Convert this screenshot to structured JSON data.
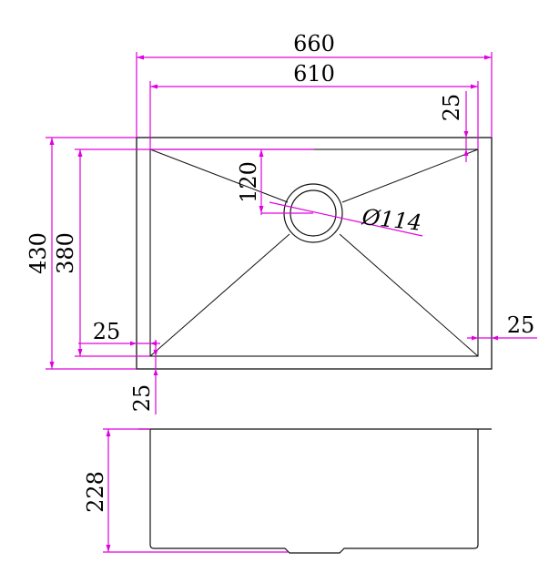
{
  "colors": {
    "outline": "#111111",
    "dimension": "#e000e0",
    "background": "#ffffff"
  },
  "dimensions": {
    "overall_width": "660",
    "inner_width": "610",
    "flange_top_right": "25",
    "overall_depth": "430",
    "inner_depth": "380",
    "drain_offset": "120",
    "drain_diameter": "Ø114",
    "flange_left": "25",
    "flange_right": "25",
    "flange_bottom": "25",
    "bowl_height": "228"
  }
}
